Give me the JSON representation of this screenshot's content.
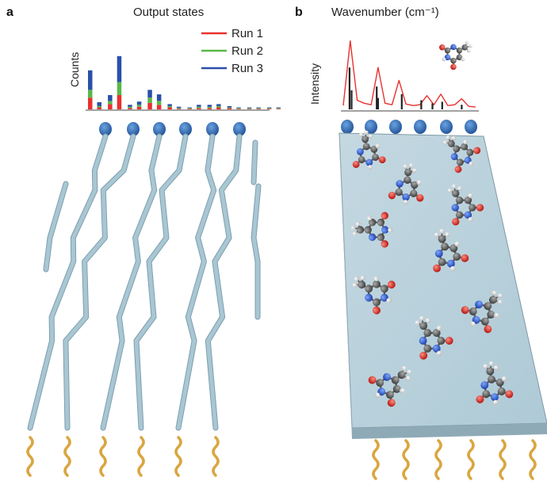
{
  "figure": {
    "panel_a": {
      "letter": "a",
      "title": "Output states",
      "y_label": "Counts",
      "legend": [
        {
          "label": "Run 1",
          "color": "#e8312f"
        },
        {
          "label": "Run 2",
          "color": "#58b947"
        },
        {
          "label": "Run 3",
          "color": "#2a4fa8"
        }
      ],
      "waveguide_color": "#a9c6d3",
      "detector_color": "#2e6db3",
      "photon_color": "#d9a641",
      "num_modes": 6
    },
    "panel_b": {
      "letter": "b",
      "title": "Wavenumber (cm⁻¹)",
      "y_label": "Intensity",
      "spectrum_color": "#e8312f",
      "slab_color": "#b8d0db",
      "num_modes": 6
    }
  },
  "chart_data": [
    {
      "type": "bar",
      "stacked": true,
      "title": "Output states",
      "ylabel": "Counts",
      "series": [
        {
          "name": "Run 1",
          "color": "#e8312f",
          "values": [
            18,
            3,
            8,
            22,
            2,
            4,
            10,
            7,
            3,
            1,
            1,
            2,
            2,
            3,
            2,
            1,
            1,
            1,
            1,
            1
          ]
        },
        {
          "name": "Run 2",
          "color": "#58b947",
          "values": [
            12,
            2,
            5,
            20,
            2,
            3,
            8,
            6,
            2,
            1,
            1,
            2,
            2,
            2,
            1,
            1,
            1,
            1,
            1,
            1
          ]
        },
        {
          "name": "Run 3",
          "color": "#2a4fa8",
          "values": [
            30,
            6,
            9,
            40,
            3,
            5,
            12,
            10,
            3,
            2,
            1,
            3,
            3,
            3,
            2,
            1,
            1,
            1,
            1,
            1
          ]
        }
      ],
      "ylim": [
        0,
        100
      ]
    },
    {
      "type": "line",
      "title": "Wavenumber (cm⁻¹)",
      "ylabel": "Intensity",
      "x": [
        0,
        10,
        20,
        30,
        40,
        50,
        60,
        70,
        80,
        90,
        100,
        110,
        120,
        130,
        140,
        150,
        160,
        170,
        180,
        190
      ],
      "y": [
        5,
        90,
        12,
        8,
        6,
        55,
        8,
        6,
        38,
        7,
        5,
        6,
        18,
        6,
        20,
        5,
        6,
        14,
        4,
        3
      ],
      "sticks": [
        {
          "x": 9,
          "h": 55
        },
        {
          "x": 12,
          "h": 25
        },
        {
          "x": 48,
          "h": 30
        },
        {
          "x": 50,
          "h": 15
        },
        {
          "x": 84,
          "h": 20
        },
        {
          "x": 112,
          "h": 12
        },
        {
          "x": 128,
          "h": 8
        },
        {
          "x": 142,
          "h": 10
        },
        {
          "x": 170,
          "h": 6
        }
      ]
    }
  ]
}
